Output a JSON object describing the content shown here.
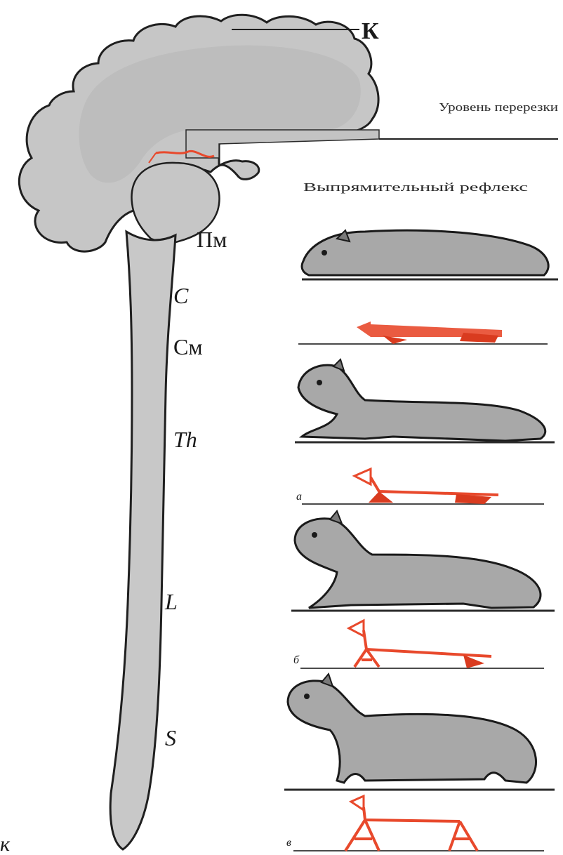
{
  "labels": {
    "cortex": "К",
    "midbrain": "Пм",
    "level_c": "С",
    "cerebellum": "См",
    "thoracic": "Th",
    "lumbar": "L",
    "sacral": "S",
    "corner": "к"
  },
  "annotations": {
    "section_level": "Уровень перерезки",
    "straightening_reflexes": "Выпрямительный рефлекс"
  },
  "diagram_markers": [
    "а",
    "б",
    "в"
  ],
  "colors": {
    "brain_fill": "#c9c9c9",
    "brain_inner": "#b9b9b9",
    "outline": "#1f1f1f",
    "reflex_red": "#e8492c",
    "animal_fill": "#a9a9a9"
  }
}
